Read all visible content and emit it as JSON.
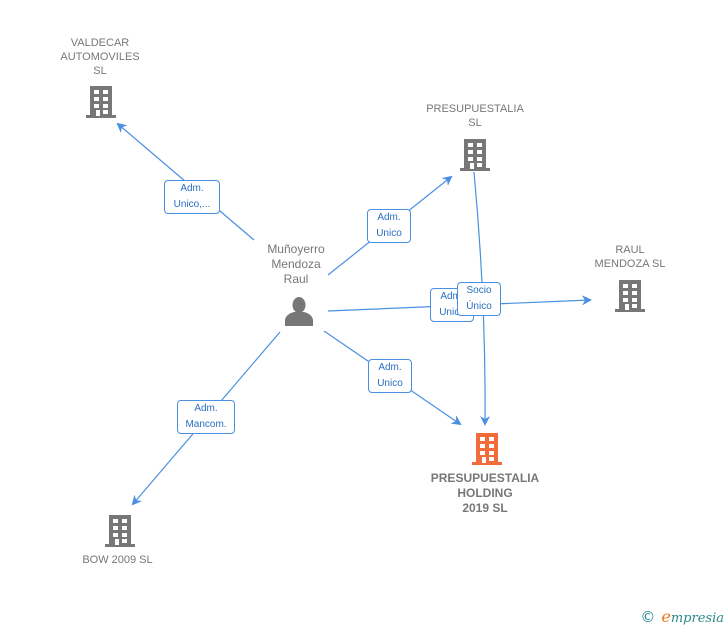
{
  "diagram": {
    "type": "corporate-relationship-graph",
    "colors": {
      "edge": "#4a90e2",
      "company_icon": "#777777",
      "focus_company_icon": "#f26b3a",
      "person_icon": "#777777",
      "label_text": "#777777",
      "edge_label_text": "#2a6fc2"
    },
    "nodes": {
      "person": {
        "label": "Muñoyerro\nMendoza\nRaul",
        "icon": "person-icon"
      },
      "valdecar": {
        "label": "VALDECAR\nAUTOMOVILES\nSL",
        "icon": "building-icon"
      },
      "presupuestalia_sl": {
        "label": "PRESUPUESTALIA\nSL",
        "icon": "building-icon"
      },
      "raul_mendoza": {
        "label": "RAUL\nMENDOZA  SL",
        "icon": "building-icon"
      },
      "holding": {
        "label": "PRESUPUESTALIA\nHOLDING\n2019  SL",
        "icon": "building-icon",
        "focus": true
      },
      "bow": {
        "label": "BOW 2009 SL",
        "icon": "building-icon"
      }
    },
    "edges": [
      {
        "from": "person",
        "to": "valdecar",
        "label": "Adm.\nUnico,..."
      },
      {
        "from": "person",
        "to": "presupuestalia_sl",
        "label": "Adm.\nUnico"
      },
      {
        "from": "person",
        "to": "raul_mendoza",
        "label": "Adm.\nUnico"
      },
      {
        "from": "presupuestalia_sl",
        "to": "holding",
        "label": "Socio\nÚnico"
      },
      {
        "from": "person",
        "to": "holding",
        "label": "Adm.\nUnico"
      },
      {
        "from": "person",
        "to": "bow",
        "label": "Adm.\nMancom."
      }
    ]
  },
  "footer": {
    "copyright_symbol": "©",
    "brand_first": "e",
    "brand_rest": "mpresia"
  }
}
